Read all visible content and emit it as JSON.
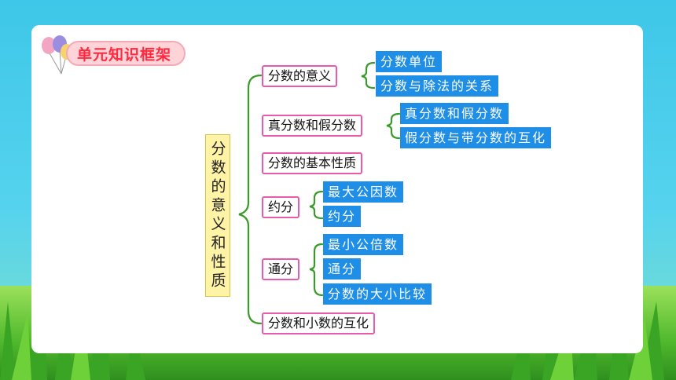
{
  "title": "单元知识框架",
  "root": "分数的意义和性质",
  "branches": [
    {
      "label": "分数的意义",
      "children": [
        "分数单位",
        "分数与除法的关系"
      ]
    },
    {
      "label": "真分数和假分数",
      "children": [
        "真分数和假分数",
        "假分数与带分数的互化"
      ]
    },
    {
      "label": "分数的基本性质",
      "children": []
    },
    {
      "label": "约分",
      "children": [
        "最大公因数",
        "约分"
      ]
    },
    {
      "label": "通分",
      "children": [
        "最小公倍数",
        "通分",
        "分数的大小比较"
      ]
    },
    {
      "label": "分数和小数的互化",
      "children": []
    }
  ],
  "colors": {
    "branch_border": "#e95aa8",
    "leaf_fill": "#1e8ee6",
    "root_fill": "#fff3a6",
    "brace": "#3a9a2a",
    "title_text": "#ff2a3f"
  }
}
